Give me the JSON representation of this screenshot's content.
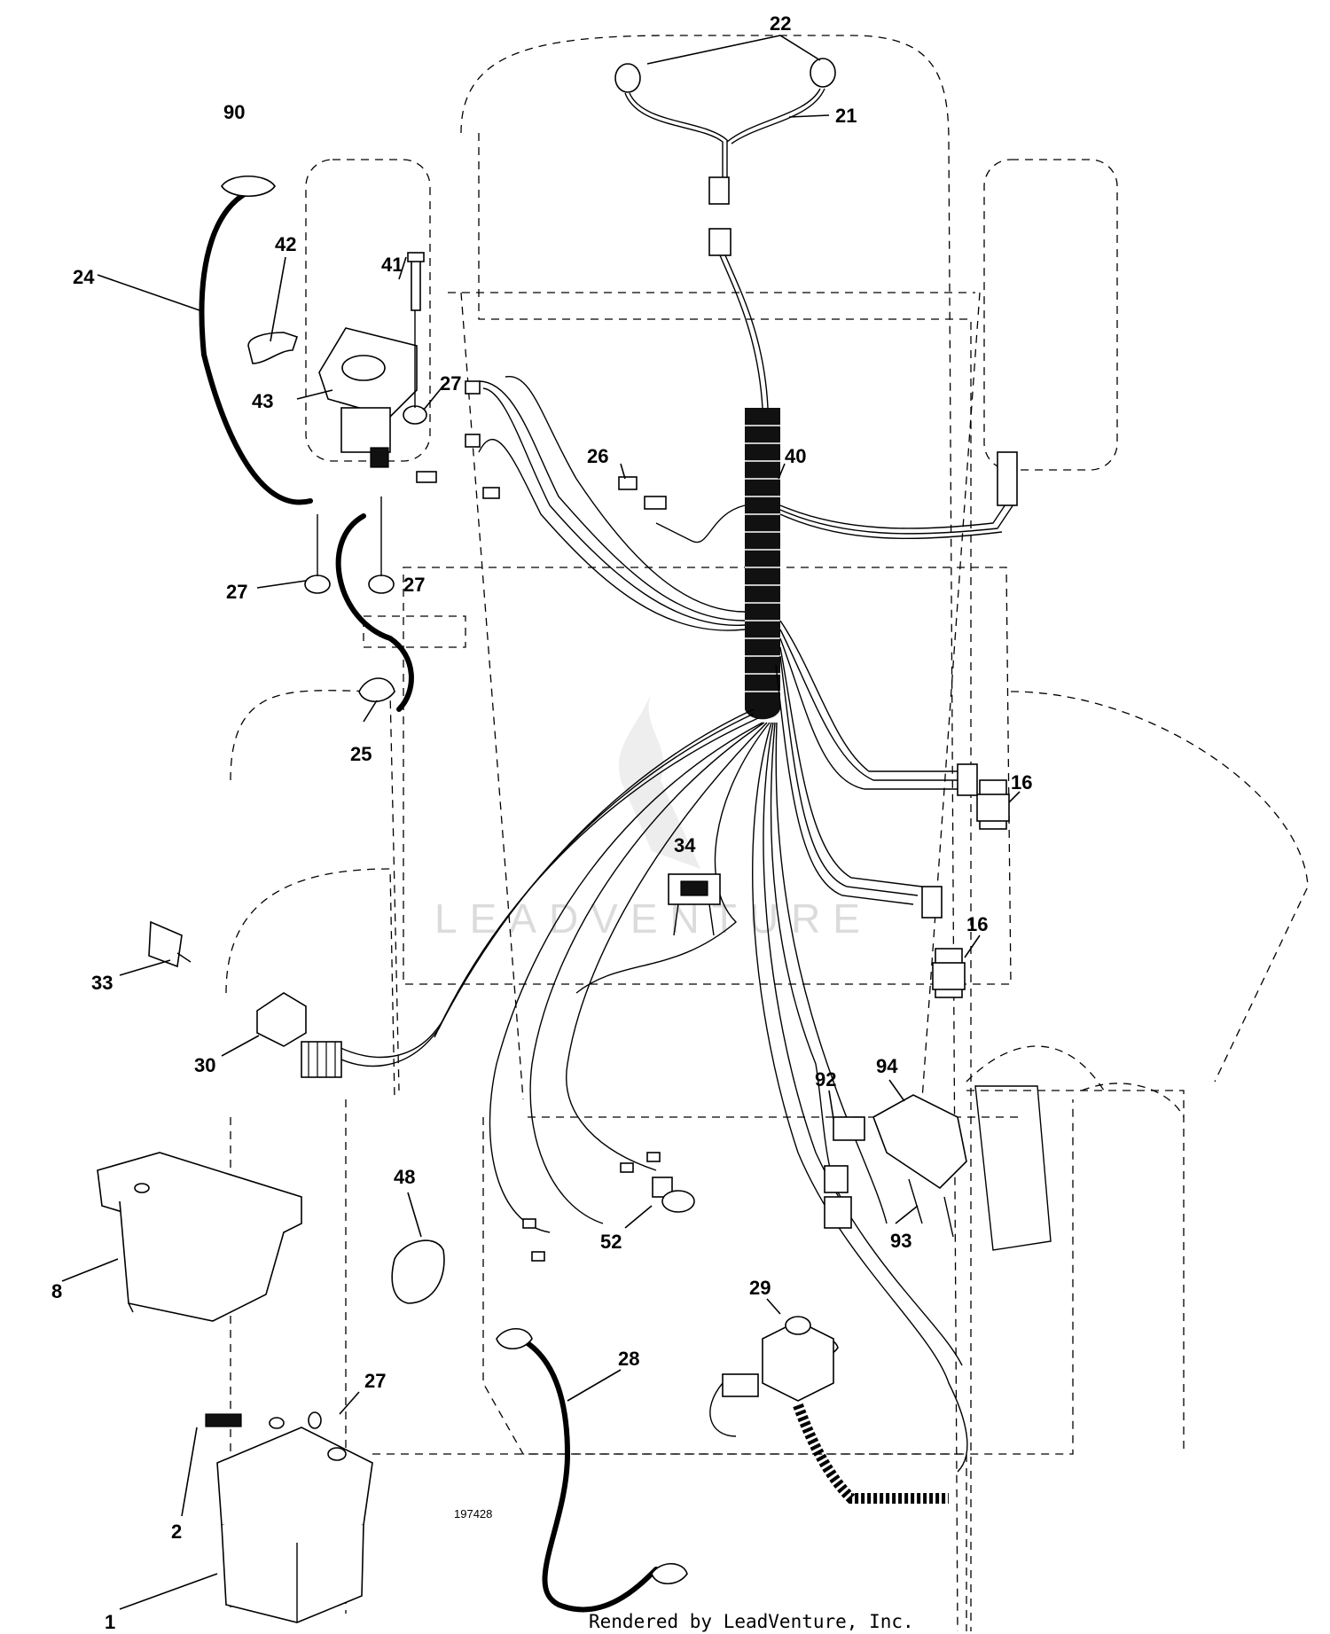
{
  "diagram": {
    "callouts": [
      "22",
      "21",
      "90",
      "24",
      "42",
      "41",
      "43",
      "27",
      "26",
      "40",
      "27",
      "27",
      "25",
      "16",
      "34",
      "16",
      "33",
      "30",
      "92",
      "94",
      "48",
      "8",
      "52",
      "93",
      "29",
      "28",
      "27",
      "2",
      "1"
    ],
    "drawing_number": "197428",
    "credit": "Rendered by LeadVenture, Inc.",
    "watermark": "LEADVENTURE"
  }
}
